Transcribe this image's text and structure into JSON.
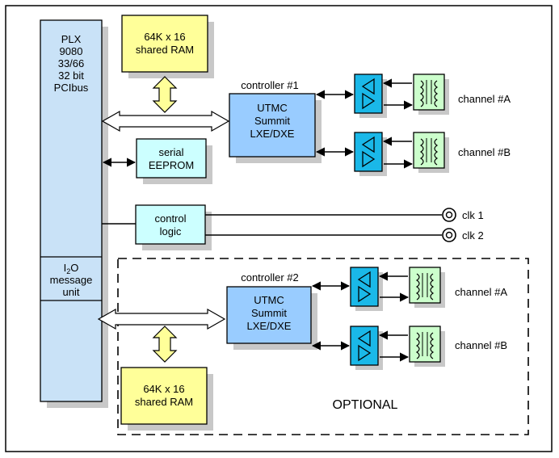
{
  "colors": {
    "pci": "#c9e2f7",
    "ram": "#ffff99",
    "controller": "#99ccff",
    "logic": "#ccffff",
    "transceiver": "#1ab8e8",
    "transformer": "#ccffcc",
    "bus_arrow_fill": "#ffffff",
    "ram_arrow_fill": "#ffff99",
    "shadow": "#c8c8c8"
  },
  "pci_block": {
    "lines": [
      "PLX",
      "9080",
      "33/66",
      "32 bit",
      "PCIbus"
    ]
  },
  "i2o_block": {
    "prefix": "I",
    "subscript": "2",
    "suffix": "O",
    "lines": [
      "message",
      "unit"
    ]
  },
  "ram_top": {
    "lines": [
      "64K x 16",
      "shared RAM"
    ]
  },
  "ram_bottom": {
    "lines": [
      "64K x 16",
      "shared RAM"
    ]
  },
  "eeprom": {
    "lines": [
      "serial",
      "EEPROM"
    ]
  },
  "control_logic": {
    "lines": [
      "control",
      "logic"
    ]
  },
  "controller_1": {
    "label": "controller #1",
    "lines": [
      "UTMC",
      "Summit",
      "LXE/DXE"
    ]
  },
  "controller_2": {
    "label": "controller #2",
    "lines": [
      "UTMC",
      "Summit",
      "LXE/DXE"
    ]
  },
  "channels_1": [
    "channel #A",
    "channel #B"
  ],
  "channels_2": [
    "channel #A",
    "channel #B"
  ],
  "clocks": [
    "clk 1",
    "clk 2"
  ],
  "optional_label": "OPTIONAL"
}
